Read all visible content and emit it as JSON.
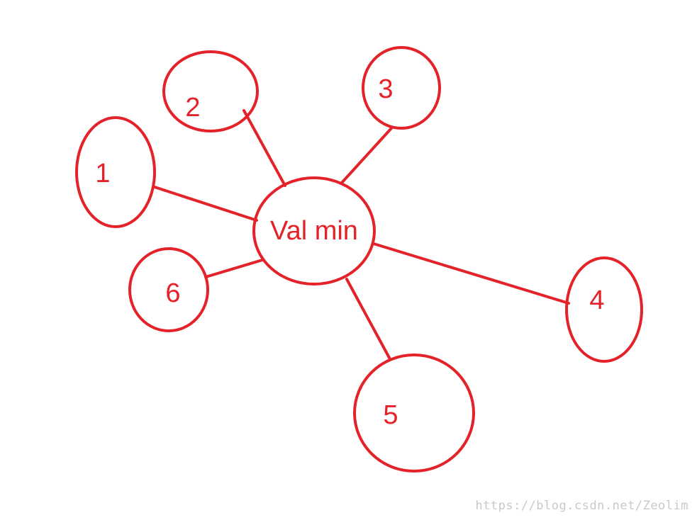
{
  "colors": {
    "stroke": "#e3222a",
    "text": "#e3222a",
    "watermark": "#c9c9c9"
  },
  "diagram": {
    "center": {
      "id": "center",
      "label": "Val min"
    },
    "nodes": [
      {
        "id": "n1",
        "label": "1"
      },
      {
        "id": "n2",
        "label": "2"
      },
      {
        "id": "n3",
        "label": "3"
      },
      {
        "id": "n4",
        "label": "4"
      },
      {
        "id": "n5",
        "label": "5"
      },
      {
        "id": "n6",
        "label": "6"
      }
    ],
    "edges": [
      {
        "from": "center",
        "to": "n1"
      },
      {
        "from": "center",
        "to": "n2"
      },
      {
        "from": "center",
        "to": "n3"
      },
      {
        "from": "center",
        "to": "n4"
      },
      {
        "from": "center",
        "to": "n5"
      },
      {
        "from": "center",
        "to": "n6"
      }
    ]
  },
  "watermark": {
    "text": "https://blog.csdn.net/Zeolim"
  }
}
